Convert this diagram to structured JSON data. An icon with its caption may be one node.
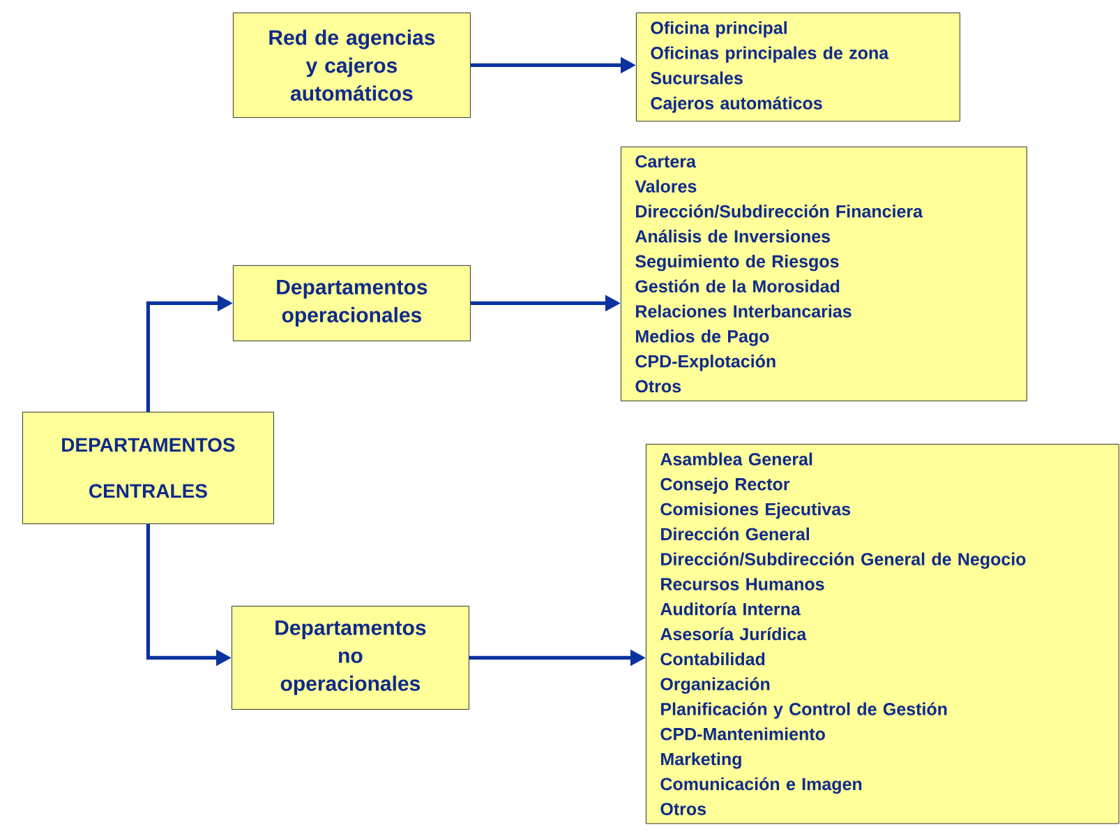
{
  "diagram": {
    "nodes": [
      {
        "text": [
          "Red de agencias y cajeros automáticos"
        ]
      },
      {
        "text": [
          "Oficina principal",
          "Oficinas principales de zona",
          "Sucursales",
          "Cajeros automáticos"
        ]
      },
      {
        "text": [
          "Departamentos operacionales"
        ]
      },
      {
        "text": [
          "Cartera",
          "Valores",
          "Dirección/Subdirección Financiera",
          "Análisis de Inversiones",
          "Seguimiento de Riesgos",
          "Gestión de la Morosidad",
          "Relaciones Interbancarias",
          "Medios de Pago",
          "CPD-Explotación",
          "Otros"
        ]
      },
      {
        "text": [
          "DEPARTAMENTOS CENTRALES"
        ]
      },
      {
        "text": [
          "Departamentos no operacionales"
        ]
      },
      {
        "text": [
          "Asamblea General",
          "Consejo Rector",
          "Comisiones Ejecutivas",
          "Dirección General",
          "Dirección/Subdirección General de Negocio",
          "Recursos Humanos",
          "Auditoría Interna",
          "Asesoría Jurídica",
          "Contabilidad",
          "Organización",
          "Planificación y Control de Gestión",
          "CPD-Mantenimiento",
          "Marketing",
          "Comunicación e Imagen",
          "Otros"
        ]
      }
    ],
    "edges": [
      {
        "from": 0,
        "to": 1,
        "arrow": "to"
      },
      {
        "from": 2,
        "to": 3,
        "arrow": "to"
      },
      {
        "from": 4,
        "to": 2,
        "arrow": "to"
      },
      {
        "from": 4,
        "to": 5,
        "arrow": "to"
      },
      {
        "from": 5,
        "to": 6,
        "arrow": "to"
      }
    ]
  }
}
